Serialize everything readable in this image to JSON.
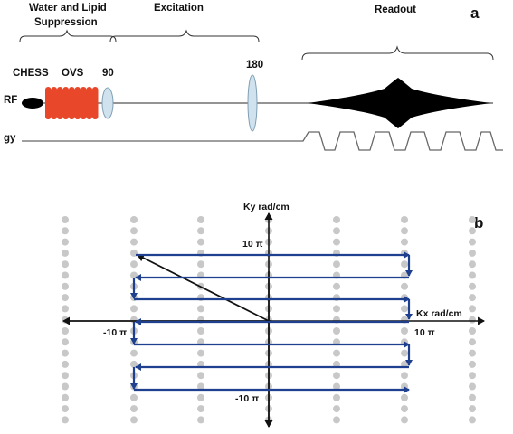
{
  "panel_a": {
    "letter": "a",
    "groups": {
      "suppression_line1": "Water and Lipid",
      "suppression_line2": "Suppression",
      "excitation": "Excitation",
      "readout": "Readout"
    },
    "pulse_labels": {
      "chess": "CHESS",
      "ovs": "OVS",
      "p90": "90",
      "p180": "180"
    },
    "channels": {
      "rf": "RF",
      "gy": "gy"
    },
    "colors": {
      "ovs": "#e8472a",
      "refocus": "#cfe2ee",
      "line": "#555555"
    }
  },
  "panel_b": {
    "letter": "b",
    "ky_label": "Ky rad/cm",
    "kx_label": "Kx rad/cm",
    "tick_top": "10 π",
    "tick_bottom": "-10 π",
    "tick_left": "-10 π",
    "tick_right": "10 π",
    "colors": {
      "trajectory": "#1f3f8f",
      "grid_dots": "#c8c8c8",
      "axes": "#111111"
    }
  }
}
